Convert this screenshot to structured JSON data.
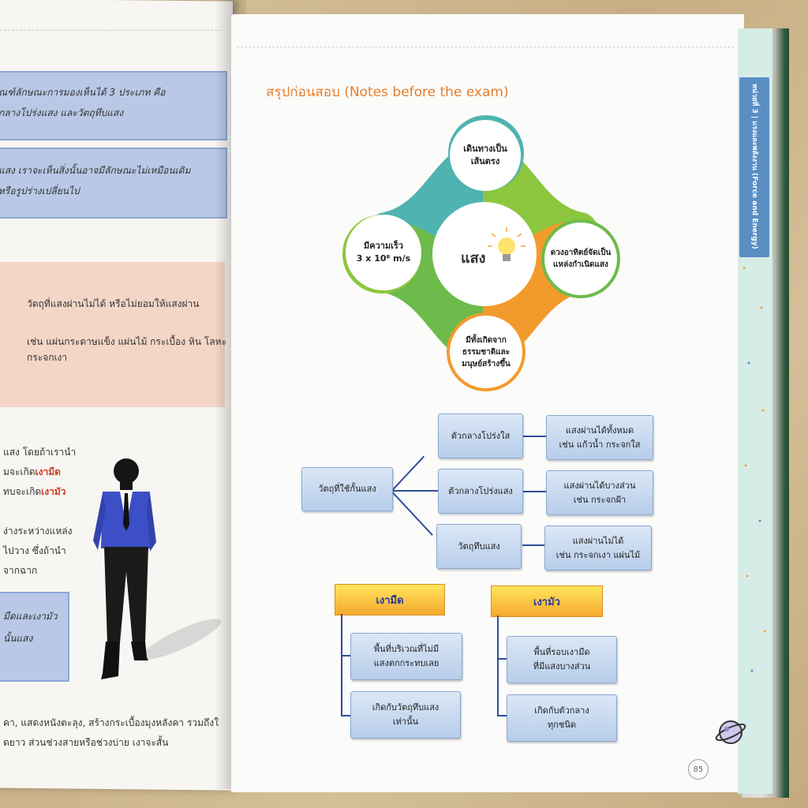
{
  "left_page": {
    "box1_lines": [
      "ณฑ์ลักษณะการมองเห็นได้ 3 ประเภท คือ",
      "กลางโปร่งแสง และวัตถุทึบแสง"
    ],
    "box2_lines": [
      "แสง เราจะเห็นสิ่งนั้นอาจมีลักษณะไม่เหมือนเดิม",
      "หรือรูปร่างเปลี่ยนไป"
    ],
    "peach_lines": [
      "วัตถุที่แสงผ่านไม่ได้ หรือไม่ยอมให้แสงผ่าน",
      "เช่น แผ่นกระดาษแข็ง แผ่นไม้ กระเบื้อง หิน โลหะ",
      "กระจกเงา"
    ],
    "text_lines": [
      "แสง โดยถ้าเรานำ",
      "มจะเกิด",
      "เงามืด",
      "ทบจะเกิด",
      "เงามัว",
      "ง่างระหว่างแหล่ง",
      "ไปวาง ซึ่งถ้านำ",
      "จากฉาก"
    ],
    "box3_lines": [
      "มืดและเงามัว",
      "นั้นแสง"
    ],
    "bottom_lines": [
      "คา, แสดงหนังตะลุง, สร้างกระเบื้องมุงหลังคา รวมถึงใ",
      "ดยาว ส่วนช่วงสายหรือช่วงบ่าย เงาจะสั้น"
    ]
  },
  "right_page": {
    "side_tab": "หน่วยที่ 3 | แรงและพลังงาน (Force and Energy)",
    "title": "สรุปก่อนสอบ (Notes before the exam)",
    "page_number": "85",
    "diagram": {
      "center": "แสง",
      "top": "เดินทางเป็น\nเส้นตรง",
      "left": "มีความเร็ว\n3 x 10⁸ m/s",
      "right": "ดวงอาทิตย์จัดเป็น\nแหล่งกำเนิดแสง",
      "bottom": "มีทั้งเกิดจาก\nธรรมชาติและ\nมนุษย์สร้างขึ้น",
      "colors": {
        "teal": "#4fb3b1",
        "green": "#8cc63f",
        "orange": "#f39a2c",
        "lime": "#6dbb4a"
      }
    },
    "tree": {
      "root": "วัตถุที่ใช้กั้นแสง",
      "branches": [
        {
          "label": "ตัวกลางโปร่งใส",
          "detail": "แสงผ่านได้ทั้งหมด\nเช่น แก้วน้ำ กระจกใส"
        },
        {
          "label": "ตัวกลางโปร่งแสง",
          "detail": "แสงผ่านได้บางส่วน\nเช่น กระจกฝ้า"
        },
        {
          "label": "วัตถุทึบแสง",
          "detail": "แสงผ่านไม่ได้\nเช่น กระจกเงา แผ่นไม้"
        }
      ]
    },
    "shadows": [
      {
        "title": "เงามืด",
        "items": [
          "พื้นที่บริเวณที่ไม่มี\nแสงตกกระทบเลย",
          "เกิดกับวัตถุทึบแสง\nเท่านั้น"
        ]
      },
      {
        "title": "เงามัว",
        "items": [
          "พื้นที่รอบเงามืด\nที่มีแสงบางส่วน",
          "เกิดกับตัวกลาง\nทุกชนิด"
        ]
      }
    ]
  }
}
